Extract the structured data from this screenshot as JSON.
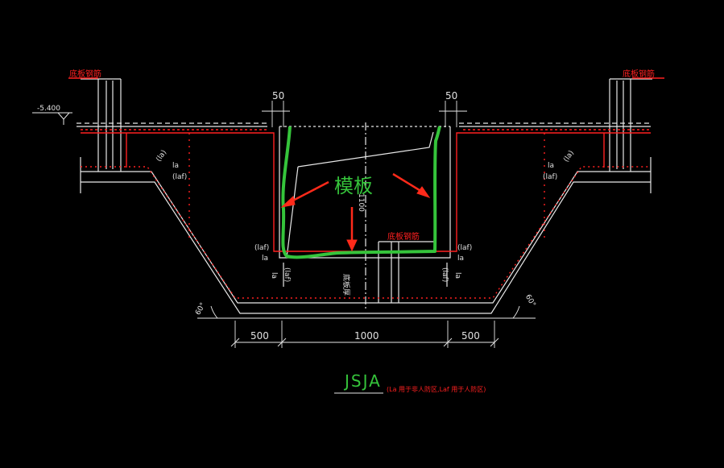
{
  "labels": {
    "top_left_rebar": "底板钢筋",
    "top_right_rebar": "底板钢筋",
    "bottom_rebar": "底板钢筋",
    "formwork": "模板",
    "elevation": "-5.400",
    "pit_label": "底板厚",
    "depth_label": "1100"
  },
  "dimensions": {
    "gap_left": "50",
    "gap_right": "50",
    "slope_width_left": "500",
    "pit_width": "1000",
    "slope_width_right": "500",
    "angle_left": "60°",
    "angle_right": "60°"
  },
  "anchorage": {
    "la": "la",
    "laf": "(laf)",
    "lla": "(la)",
    "laf_vertical": "(laf)"
  },
  "title": {
    "name": "JSJA",
    "note": "(La 用于非人防区,Laf 用于人防区)"
  },
  "colors": {
    "background": "#000000",
    "lines": "#e8e8e8",
    "rebar": "#ff2020",
    "formwork": "#35c43b",
    "arrows": "#ff2a1a"
  },
  "icons": [
    "elevation-marker-icon",
    "arrow-icon"
  ]
}
